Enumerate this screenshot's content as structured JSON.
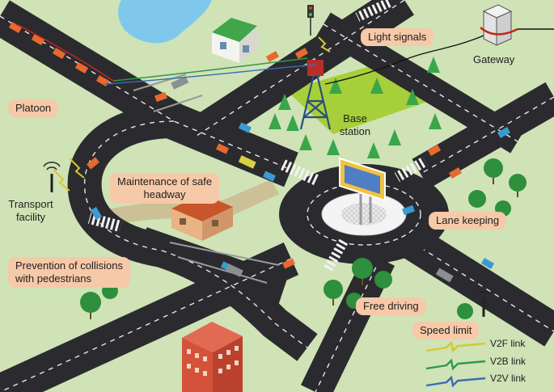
{
  "labels": {
    "platoon": "Platoon",
    "light_signals": "Light signals",
    "gateway": "Gateway",
    "base_station": [
      "Base",
      "station"
    ],
    "transport_facility": [
      "Transport",
      "facility"
    ],
    "safe_headway": [
      "Maintenance of safe",
      "headway"
    ],
    "lane_keeping": "Lane keeping",
    "pedestrians": [
      "Prevention of collisions",
      "with pedestrians"
    ],
    "free_driving": "Free driving",
    "speed_limit": "Speed limit"
  },
  "legend": [
    {
      "label": "V2F link",
      "color": "#d4c832"
    },
    {
      "label": "V2B link",
      "color": "#2e9a48"
    },
    {
      "label": "V2V link",
      "color": "#3c6ab4"
    }
  ],
  "colors": {
    "grass": "#cfe3b6",
    "road": "#2b2b2f",
    "water": "#7fc8ec",
    "callout": "#f6c9a8"
  }
}
